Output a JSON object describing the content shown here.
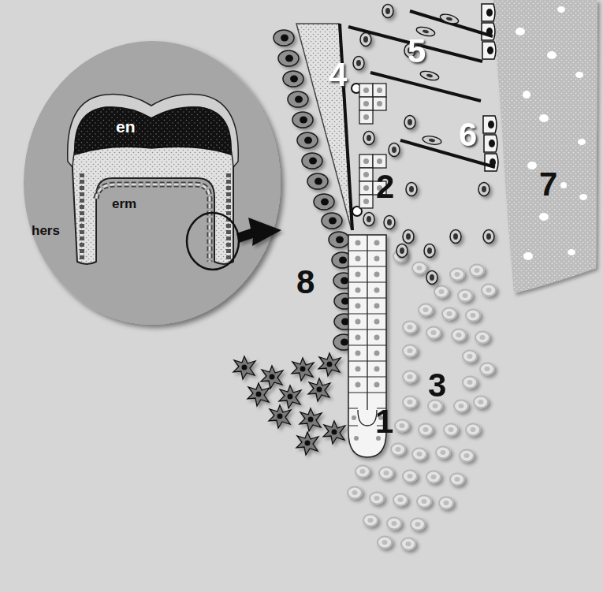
{
  "diagram": {
    "labels": [
      "en",
      "erm",
      "hers",
      "4",
      "5",
      "6",
      "2",
      "7",
      "8",
      "3",
      "1"
    ]
  }
}
